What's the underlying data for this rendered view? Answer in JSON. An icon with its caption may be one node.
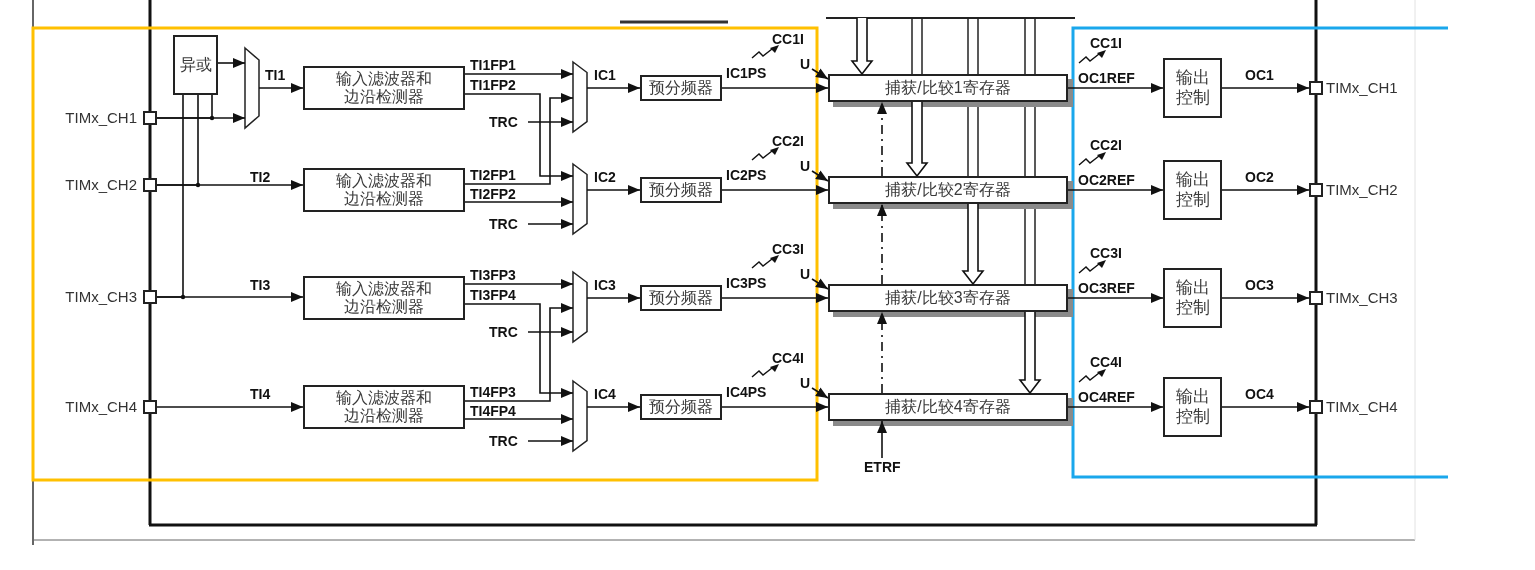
{
  "diagram": {
    "nodes": [
      {
        "text": [],
        "shape": "box",
        "beside": [
          "TIMx_CH1"
        ]
      },
      {
        "text": [],
        "shape": "box",
        "beside": [
          "TIMx_CH2"
        ]
      },
      {
        "text": [],
        "shape": "box",
        "beside": [
          "TIMx_CH3"
        ]
      },
      {
        "text": [],
        "shape": "box",
        "beside": [
          "TIMx_CH4"
        ]
      },
      {
        "text": [
          "异或"
        ]
      },
      {
        "text": [],
        "shape": "trapezoid"
      },
      {
        "text": [
          "输入滤波器和边沿检测器"
        ]
      },
      {
        "text": [
          "输入滤波器和边沿检测器"
        ]
      },
      {
        "text": [
          "输入滤波器和边沿检测器"
        ]
      },
      {
        "text": [
          "输入滤波器和边沿检测器"
        ]
      },
      {
        "text": [],
        "shape": "trapezoid"
      },
      {
        "text": [],
        "shape": "trapezoid"
      },
      {
        "text": [],
        "shape": "trapezoid"
      },
      {
        "text": [],
        "shape": "trapezoid"
      },
      {
        "text": [
          "预分频器"
        ]
      },
      {
        "text": [
          "预分频器"
        ]
      },
      {
        "text": [
          "预分频器"
        ]
      },
      {
        "text": [
          "预分频器"
        ]
      },
      {
        "text": [
          "捕获/比较1寄存器"
        ]
      },
      {
        "text": [
          "捕获/比较2寄存器"
        ]
      },
      {
        "text": [
          "捕获/比较3寄存器"
        ]
      },
      {
        "text": [
          "捕获/比较4寄存器"
        ]
      },
      {
        "text": [
          "输出控制"
        ]
      },
      {
        "text": [
          "输出控制"
        ]
      },
      {
        "text": [
          "输出控制"
        ]
      },
      {
        "text": [
          "输出控制"
        ]
      },
      {
        "text": [],
        "shape": "box",
        "beside": [
          "TIMx_CH1"
        ]
      },
      {
        "text": [],
        "shape": "box",
        "beside": [
          "TIMx_CH2"
        ]
      },
      {
        "text": [],
        "shape": "box",
        "beside": [
          "TIMx_CH3"
        ]
      },
      {
        "text": [],
        "shape": "box",
        "beside": [
          "TIMx_CH4"
        ]
      }
    ],
    "edges": [
      {
        "from": 0,
        "to": 4,
        "arrow": "none"
      },
      {
        "from": 1,
        "to": 4,
        "arrow": "none"
      },
      {
        "from": 2,
        "to": 4,
        "arrow": "none"
      },
      {
        "from": 4,
        "to": 5,
        "arrow": "to"
      },
      {
        "from": 0,
        "to": 5,
        "arrow": "to"
      },
      {
        "from": 5,
        "to": 6,
        "arrow": "to",
        "label": "TI1"
      },
      {
        "from": 1,
        "to": 7,
        "arrow": "to",
        "label": "TI2"
      },
      {
        "from": 2,
        "to": 8,
        "arrow": "to",
        "label": "TI3"
      },
      {
        "from": 3,
        "to": 9,
        "arrow": "to",
        "label": "TI4"
      },
      {
        "from": 6,
        "to": 10,
        "arrow": "to",
        "label": "TI1FP1"
      },
      {
        "from": 6,
        "to": 11,
        "arrow": "to",
        "label": "TI1FP2"
      },
      {
        "from": 7,
        "to": 10,
        "arrow": "to",
        "label": "TI2FP1"
      },
      {
        "from": 7,
        "to": 11,
        "arrow": "to",
        "label": "TI2FP2"
      },
      {
        "from": null,
        "to": 10,
        "arrow": "to",
        "label": "TRC"
      },
      {
        "from": null,
        "to": 11,
        "arrow": "to",
        "label": "TRC"
      },
      {
        "from": 8,
        "to": 12,
        "arrow": "to",
        "label": "TI3FP3"
      },
      {
        "from": 8,
        "to": 13,
        "arrow": "to",
        "label": "TI3FP4"
      },
      {
        "from": 9,
        "to": 12,
        "arrow": "to",
        "label": "TI4FP3"
      },
      {
        "from": 9,
        "to": 13,
        "arrow": "to",
        "label": "TI4FP4"
      },
      {
        "from": null,
        "to": 12,
        "arrow": "to",
        "label": "TRC"
      },
      {
        "from": null,
        "to": 13,
        "arrow": "to",
        "label": "TRC"
      },
      {
        "from": 10,
        "to": 14,
        "arrow": "to",
        "label": "IC1"
      },
      {
        "from": 11,
        "to": 15,
        "arrow": "to",
        "label": "IC2"
      },
      {
        "from": 12,
        "to": 16,
        "arrow": "to",
        "label": "IC3"
      },
      {
        "from": 13,
        "to": 17,
        "arrow": "to",
        "label": "IC4"
      },
      {
        "from": 14,
        "to": 18,
        "arrow": "to",
        "label": "IC1PS"
      },
      {
        "from": 15,
        "to": 19,
        "arrow": "to",
        "label": "IC2PS"
      },
      {
        "from": 16,
        "to": 20,
        "arrow": "to",
        "label": "IC3PS"
      },
      {
        "from": 17,
        "to": 21,
        "arrow": "to",
        "label": "IC4PS"
      },
      {
        "from": null,
        "to": 18,
        "arrow": "to",
        "label": "U"
      },
      {
        "from": null,
        "to": 19,
        "arrow": "to",
        "label": "U"
      },
      {
        "from": null,
        "to": 20,
        "arrow": "to",
        "label": "U"
      },
      {
        "from": null,
        "to": 21,
        "arrow": "to",
        "label": "U"
      },
      {
        "from": 19,
        "to": 18,
        "arrow": "to",
        "style": "dashed"
      },
      {
        "from": 20,
        "to": 19,
        "arrow": "to",
        "style": "dashed"
      },
      {
        "from": 21,
        "to": 20,
        "arrow": "to",
        "style": "dashed"
      },
      {
        "from": null,
        "to": 21,
        "arrow": "to",
        "label": "ETRF"
      },
      {
        "from": null,
        "to": 18,
        "arrow": "to",
        "style": "thick"
      },
      {
        "from": null,
        "to": 19,
        "arrow": "to",
        "style": "thick"
      },
      {
        "from": null,
        "to": 20,
        "arrow": "to",
        "style": "thick"
      },
      {
        "from": null,
        "to": 21,
        "arrow": "to",
        "style": "thick"
      },
      {
        "from": 18,
        "to": 22,
        "arrow": "to",
        "label": "OC1REF"
      },
      {
        "from": 19,
        "to": 23,
        "arrow": "to",
        "label": "OC2REF"
      },
      {
        "from": 20,
        "to": 24,
        "arrow": "to",
        "label": "OC3REF"
      },
      {
        "from": 21,
        "to": 25,
        "arrow": "to",
        "label": "OC4REF"
      },
      {
        "from": 22,
        "to": 26,
        "arrow": "to",
        "label": "OC1"
      },
      {
        "from": 23,
        "to": 27,
        "arrow": "to",
        "label": "OC2"
      },
      {
        "from": 24,
        "to": 28,
        "arrow": "to",
        "label": "OC3"
      },
      {
        "from": 25,
        "to": 29,
        "arrow": "to",
        "label": "OC4"
      }
    ],
    "labels": [
      "CC1I",
      "CC1I",
      "CC2I",
      "CC2I",
      "CC3I",
      "CC3I",
      "CC4I",
      "CC4I"
    ]
  }
}
